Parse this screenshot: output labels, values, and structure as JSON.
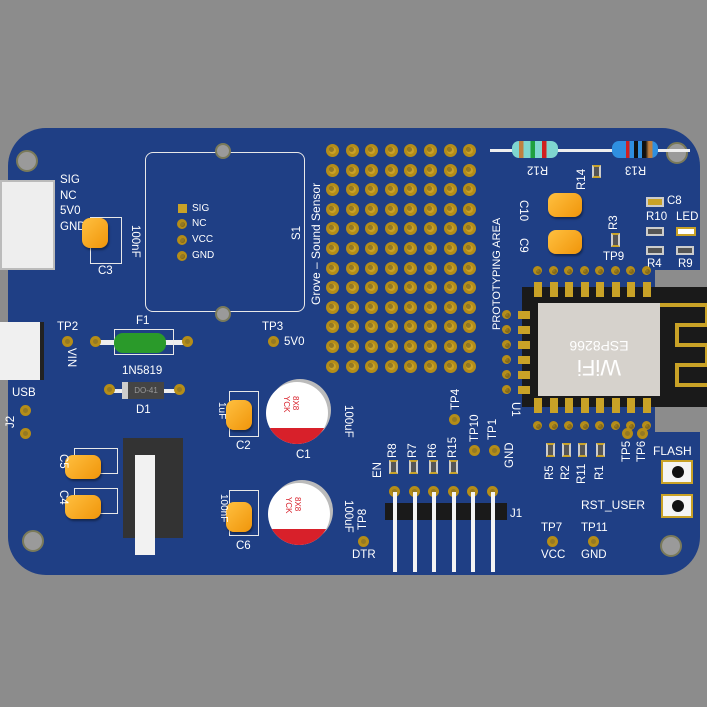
{
  "connector_grove": {
    "sig": "SIG",
    "nc": "NC",
    "v": "5V0",
    "gnd": "GND"
  },
  "c3": {
    "ref": "C3",
    "value": "100nF"
  },
  "sensor": {
    "ref": "S1",
    "title": "Grove – Sound Sensor",
    "pins": [
      "SIG",
      "NC",
      "VCC",
      "GND"
    ]
  },
  "proto": {
    "label": "PROTOTYPING AREA"
  },
  "tp2": {
    "ref": "TP2",
    "net": "VIN"
  },
  "tp3": {
    "ref": "TP3",
    "net": "5V0"
  },
  "f1": {
    "ref": "F1"
  },
  "usb": {
    "label": "USB"
  },
  "j2": {
    "ref": "J2"
  },
  "d1": {
    "ref": "D1",
    "part": "1N5819",
    "package": "DO-41"
  },
  "c2": {
    "ref": "C2",
    "value": "1uF"
  },
  "c1": {
    "ref": "C1",
    "value": "100uF",
    "marking": "8X8 YCK"
  },
  "c6": {
    "ref": "C6",
    "value": "100nF"
  },
  "c7": {
    "value": "100uF",
    "marking": "8X8 YCK"
  },
  "c5": {
    "ref": "C5"
  },
  "c4": {
    "ref": "C4"
  },
  "tp8": {
    "ref": "TP8",
    "net": "DTR"
  },
  "resistors_mid": [
    "EN",
    "R8",
    "R7",
    "R6",
    "R15"
  ],
  "tp4": {
    "ref": "TP4"
  },
  "tp10": {
    "ref": "TP10"
  },
  "tp1": {
    "ref": "TP1",
    "net": "GND"
  },
  "j1": {
    "ref": "J1"
  },
  "tp7": {
    "ref": "TP7",
    "net": "VCC"
  },
  "tp11": {
    "ref": "TP11",
    "net": "GND"
  },
  "resistors_right": [
    "R5",
    "R2",
    "R11",
    "R1"
  ],
  "tp5": {
    "ref": "TP5"
  },
  "tp6": {
    "ref": "TP6"
  },
  "buttons": {
    "flash": "FLASH",
    "rst": "RST_USER"
  },
  "top_right": {
    "r12": "R12",
    "r13": "R13",
    "r14": "R14",
    "c10": "C10",
    "c9": "C9",
    "r3": "R3",
    "tp9": "TP9",
    "c8": "C8",
    "r10": "R10",
    "led": "LED",
    "r4": "R4",
    "r9": "R9"
  },
  "module": {
    "ref": "U1",
    "line1": "ESP8266",
    "line2": "WiFi"
  },
  "colors": {
    "board": "#1f3f85",
    "pad": "#c9a227",
    "silk": "#ffffff",
    "cap": "#f5a623"
  }
}
